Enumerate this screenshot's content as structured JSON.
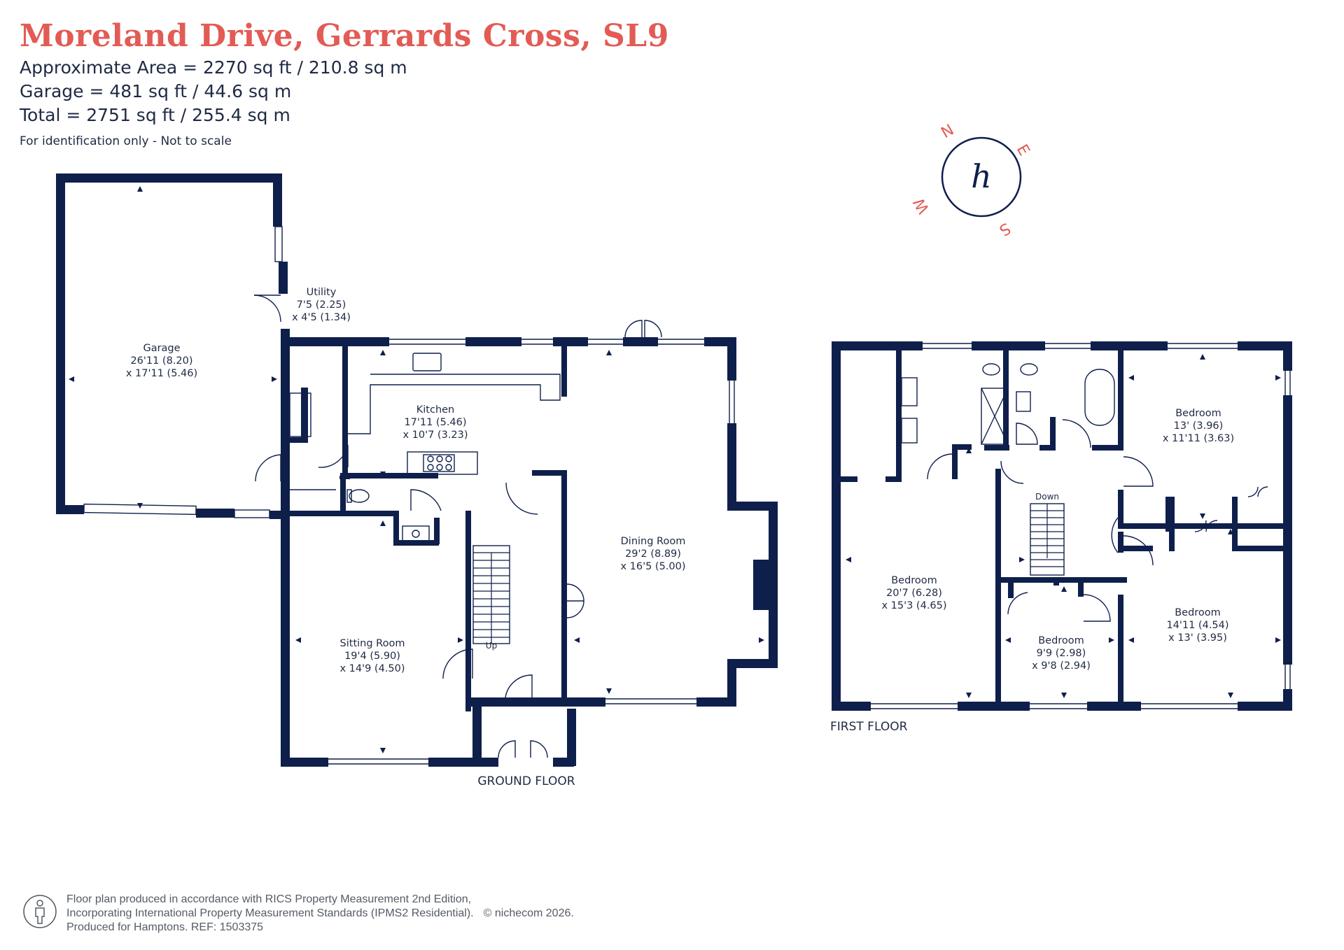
{
  "header": {
    "title": "Moreland Drive, Gerrards Cross, SL9",
    "approx_area": "Approximate Area = 2270 sq ft / 210.8 sq m",
    "garage_area": "Garage = 481 sq ft / 44.6 sq m",
    "total_area": "Total = 2751 sq ft / 255.4 sq m",
    "note": "For identification only - Not to scale"
  },
  "compass": {
    "n": "N",
    "e": "E",
    "s": "S",
    "w": "W",
    "logo": "h"
  },
  "ground_floor": {
    "label": "GROUND FLOOR",
    "rooms": {
      "garage": {
        "name": "Garage",
        "dim1": "26'11 (8.20)",
        "dim2": "x 17'11 (5.46)"
      },
      "utility": {
        "name": "Utility",
        "dim1": "7'5 (2.25)",
        "dim2": "x 4'5 (1.34)"
      },
      "kitchen": {
        "name": "Kitchen",
        "dim1": "17'11 (5.46)",
        "dim2": "x 10'7 (3.23)"
      },
      "dining": {
        "name": "Dining Room",
        "dim1": "29'2 (8.89)",
        "dim2": "x 16'5 (5.00)"
      },
      "sitting": {
        "name": "Sitting Room",
        "dim1": "19'4 (5.90)",
        "dim2": "x 14'9 (4.50)"
      }
    },
    "stairs_label": "Up"
  },
  "first_floor": {
    "label": "FIRST FLOOR",
    "rooms": {
      "bed1": {
        "name": "Bedroom",
        "dim1": "13' (3.96)",
        "dim2": "x 11'11 (3.63)"
      },
      "bed2": {
        "name": "Bedroom",
        "dim1": "20'7 (6.28)",
        "dim2": "x 15'3 (4.65)"
      },
      "bed3": {
        "name": "Bedroom",
        "dim1": "9'9 (2.98)",
        "dim2": "x 9'8 (2.94)"
      },
      "bed4": {
        "name": "Bedroom",
        "dim1": "14'11 (4.54)",
        "dim2": "x 13' (3.95)"
      }
    },
    "stairs_label": "Down"
  },
  "footer": {
    "line1": "Floor plan produced in accordance with RICS Property Measurement 2nd Edition,",
    "line2": "Incorporating International Property Measurement Standards (IPMS2 Residential).",
    "copyright": "© nichecom 2026.",
    "line3": "Produced for Hamptons.   REF: 1503375"
  },
  "colors": {
    "wall": "#0f1f4b",
    "accent": "#e25b55",
    "text": "#1f2a44"
  }
}
